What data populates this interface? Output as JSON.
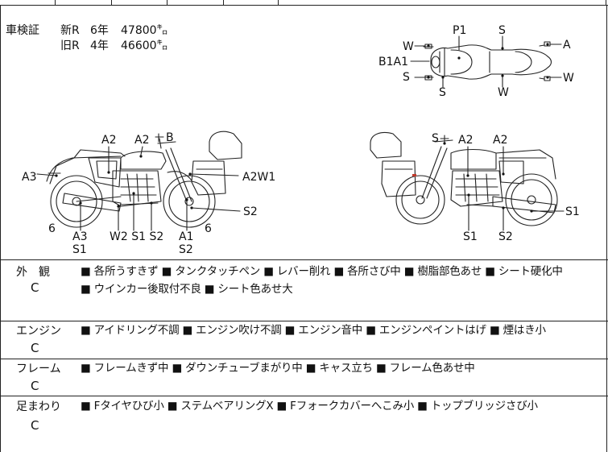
{
  "registration": {
    "label": "車検証",
    "rows": [
      {
        "era": "新R",
        "years": "6年",
        "km": "47800㌔"
      },
      {
        "era": "旧R",
        "years": "4年",
        "km": "46600㌔"
      }
    ]
  },
  "diagram_labels": {
    "top_view": {
      "p1": "P1",
      "s_top": "S",
      "a_right": "A",
      "w_left": "W",
      "b1a1": "B1A1",
      "s_left": "S",
      "w_right": "W",
      "s_bottom": "S",
      "w_bottom": "W"
    },
    "left_view": {
      "a2a": "A2",
      "a2b": "A2",
      "b": "B",
      "a3": "A3",
      "a2w1": "A2W1",
      "s2r": "S2",
      "six_a": "6",
      "a3b": "A3",
      "s1": "S1",
      "w2s1s2": "W2 S1 S2",
      "a1": "A1",
      "s2": "S2",
      "six_b": "6"
    },
    "right_view": {
      "s": "S",
      "a2a": "A2",
      "a2b": "A2",
      "s1r": "S1",
      "s1": "S1",
      "s2": "S2"
    }
  },
  "sections": [
    {
      "label": "外　観",
      "grade": "C",
      "findings": [
        "各所うすきず",
        "タンクタッチペン",
        "レバー削れ",
        "各所さび中",
        "樹脂部色あせ",
        "シート硬化中"
      ],
      "findings2": [
        "ウインカー後取付不良",
        "シート色あせ大"
      ]
    },
    {
      "label": "エンジン",
      "grade": "C",
      "findings": [
        "アイドリング不調",
        "エンジン吹け不調",
        "エンジン音中",
        "エンジンペイントはげ",
        "煙はき小"
      ]
    },
    {
      "label": "フレーム",
      "grade": "C",
      "findings": [
        "フレームきず中",
        "ダウンチューブまがり中",
        "キャス立ち",
        "フレーム色あせ中"
      ]
    },
    {
      "label": "足まわり",
      "grade": "C",
      "findings": [
        "Fタイヤひび小",
        "ステムベアリングX",
        "Fフォークカバーへこみ小",
        "トップブリッジさび小"
      ]
    }
  ],
  "bullet": "■"
}
